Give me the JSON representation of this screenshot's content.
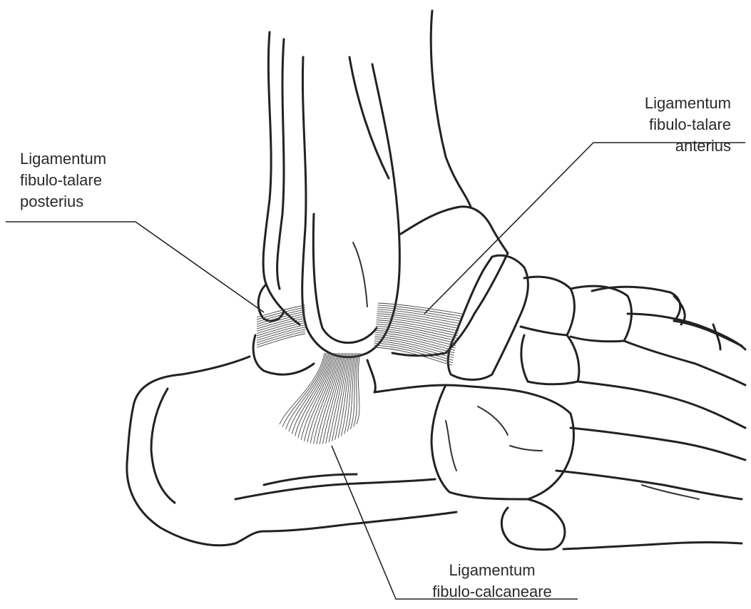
{
  "labels": {
    "posterior": [
      "Ligamentum",
      "fibulo-talare",
      "posterius"
    ],
    "anterior": [
      "Ligamentum",
      "fibulo-talare",
      "anterius"
    ],
    "calcaneal": [
      "Ligamentum",
      "fibulo-calcaneare"
    ]
  },
  "colors": {
    "ink": "#222222",
    "background": "#ffffff"
  }
}
